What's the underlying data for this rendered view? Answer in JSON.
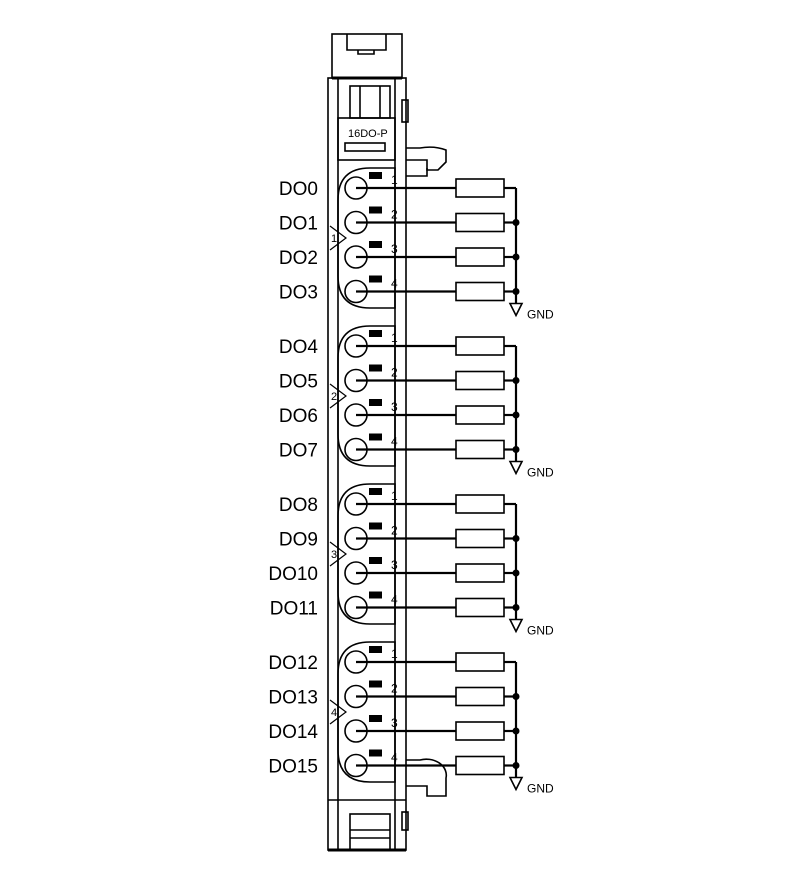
{
  "module": {
    "name": "16DO-P"
  },
  "ground_label": "GND",
  "groups": [
    {
      "number": "1",
      "channels": [
        {
          "label": "DO0",
          "pin": "1"
        },
        {
          "label": "DO1",
          "pin": "2"
        },
        {
          "label": "DO2",
          "pin": "3"
        },
        {
          "label": "DO3",
          "pin": "4"
        }
      ]
    },
    {
      "number": "2",
      "channels": [
        {
          "label": "DO4",
          "pin": "1"
        },
        {
          "label": "DO5",
          "pin": "2"
        },
        {
          "label": "DO6",
          "pin": "3"
        },
        {
          "label": "DO7",
          "pin": "4"
        }
      ]
    },
    {
      "number": "3",
      "channels": [
        {
          "label": "DO8",
          "pin": "1"
        },
        {
          "label": "DO9",
          "pin": "2"
        },
        {
          "label": "DO10",
          "pin": "3"
        },
        {
          "label": "DO11",
          "pin": "4"
        }
      ]
    },
    {
      "number": "4",
      "channels": [
        {
          "label": "DO12",
          "pin": "1"
        },
        {
          "label": "DO13",
          "pin": "2"
        },
        {
          "label": "DO14",
          "pin": "3"
        },
        {
          "label": "DO15",
          "pin": "4"
        }
      ]
    }
  ]
}
